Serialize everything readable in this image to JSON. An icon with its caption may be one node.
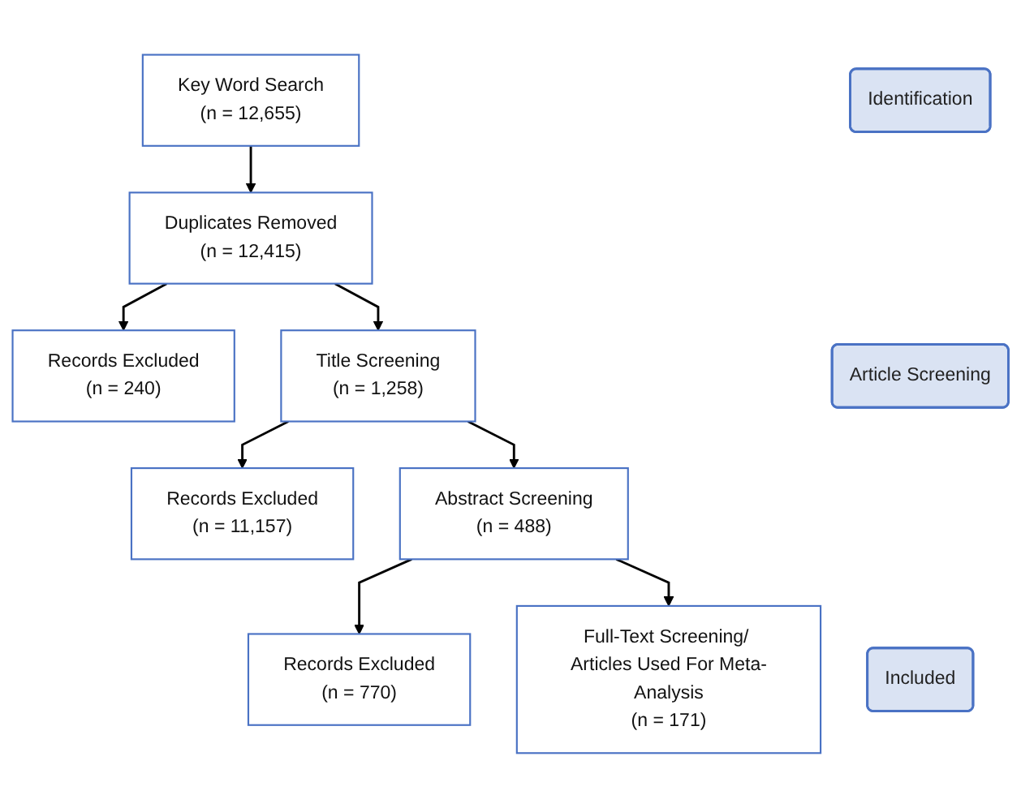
{
  "diagram": {
    "nodes": [
      {
        "text": [
          "Identification"
        ]
      },
      {
        "text": [
          "Key Word Search",
          "(n = 12,655)"
        ]
      },
      {
        "text": [
          "Duplicates Removed",
          "(n = 12,415)"
        ]
      },
      {
        "text": [
          "Records Excluded",
          "(n = 240)"
        ]
      },
      {
        "text": [
          "Article Screening"
        ]
      },
      {
        "text": [
          "Title Screening",
          "(n = 1,258)"
        ]
      },
      {
        "text": [
          "Records Excluded",
          "(n = 11,157)"
        ]
      },
      {
        "text": [
          "Abstract Screening",
          "(n = 488)"
        ]
      },
      {
        "text": [
          "Records Excluded",
          "(n = 770)"
        ]
      },
      {
        "text": [
          "Included"
        ]
      },
      {
        "text": [
          "Full-Text Screening/ Articles Used For Meta-Analysis",
          "(n = 171)"
        ]
      }
    ],
    "edges": [
      {
        "from": 1,
        "to": 2,
        "arrow": "to"
      },
      {
        "from": 2,
        "to": 3,
        "arrow": "to"
      },
      {
        "from": 2,
        "to": 5,
        "arrow": "to"
      },
      {
        "from": 5,
        "to": 6,
        "arrow": "to"
      },
      {
        "from": 5,
        "to": 7,
        "arrow": "to"
      },
      {
        "from": 7,
        "to": 8,
        "arrow": "to"
      },
      {
        "from": 7,
        "to": 10,
        "arrow": "to"
      }
    ]
  }
}
